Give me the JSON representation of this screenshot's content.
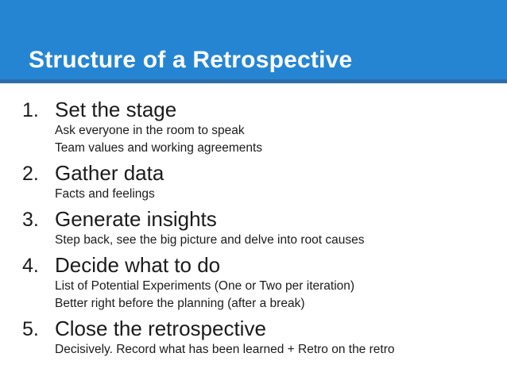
{
  "slide": {
    "title": "Structure of a Retrospective",
    "colors": {
      "header_bg": "#2585d3",
      "header_border": "#2f6da6",
      "title_text": "#ffffff",
      "body_text": "#1b1b1b"
    },
    "items": [
      {
        "number": "1.",
        "heading": "Set the stage",
        "details": [
          "Ask everyone in the room to speak",
          "Team values and working agreements"
        ]
      },
      {
        "number": "2.",
        "heading": "Gather data",
        "details": [
          "Facts and feelings"
        ]
      },
      {
        "number": "3.",
        "heading": "Generate insights",
        "details": [
          "Step back, see the big picture and delve into root causes"
        ]
      },
      {
        "number": "4.",
        "heading": "Decide what to do",
        "details": [
          "List of Potential Experiments (One or Two per iteration)",
          "Better right before the planning (after a break)"
        ]
      },
      {
        "number": "5.",
        "heading": "Close the retrospective",
        "details": [
          "Decisively. Record what has been learned + Retro on the retro"
        ]
      }
    ]
  }
}
